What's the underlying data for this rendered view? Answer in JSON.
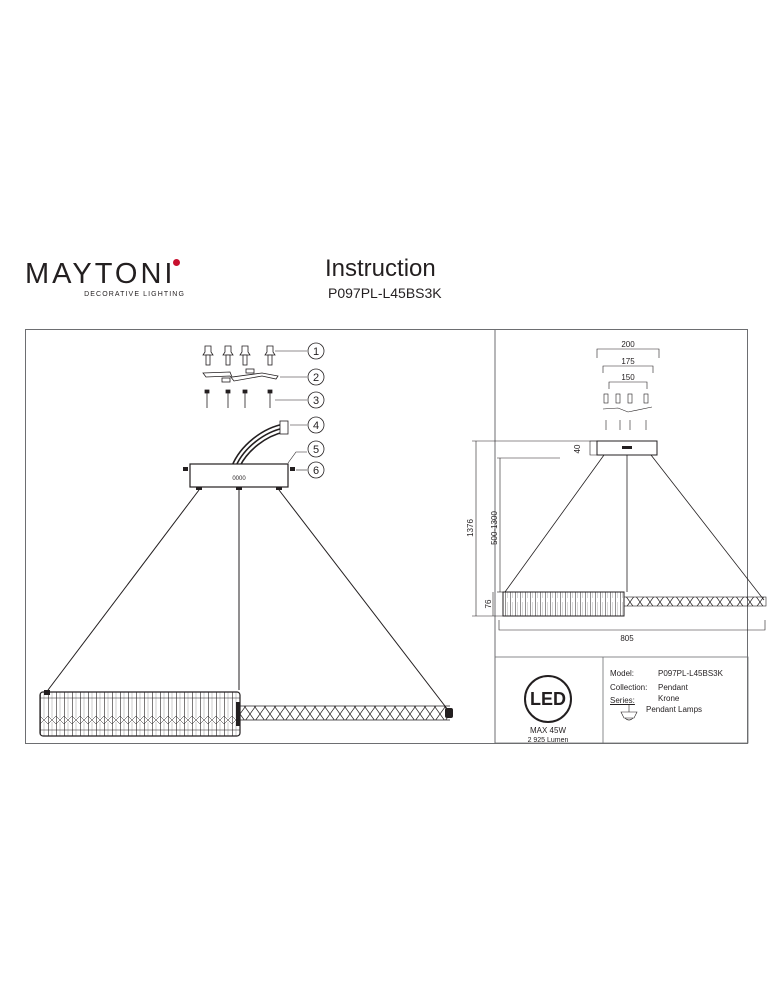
{
  "brand": {
    "name": "MAYTONI",
    "tagline": "DECORATIVE LIGHTING",
    "accent_color": "#c8102e"
  },
  "header": {
    "title": "Instruction",
    "model": "P097PL-L45BS3K"
  },
  "parts": [
    "1",
    "2",
    "3",
    "4",
    "5",
    "6"
  ],
  "dimensions": {
    "width_mount_outer": "200",
    "width_mount_mid": "175",
    "width_mount_inner": "150",
    "canopy_height": "40",
    "total_height": "1376",
    "cable_range": "500-1300",
    "ring_height": "76",
    "overall_width": "805"
  },
  "specs": {
    "led_badge": "LED",
    "power": "MAX 45W",
    "lumen": "2 925 Lumen",
    "model_label": "Model:",
    "model_value": "P097PL-L45BS3K",
    "collection_label": "Collection:",
    "collection_value": "Pendant",
    "series_label": "Series:",
    "series_value": "Krone",
    "type_value": "Pendant Lamps"
  }
}
